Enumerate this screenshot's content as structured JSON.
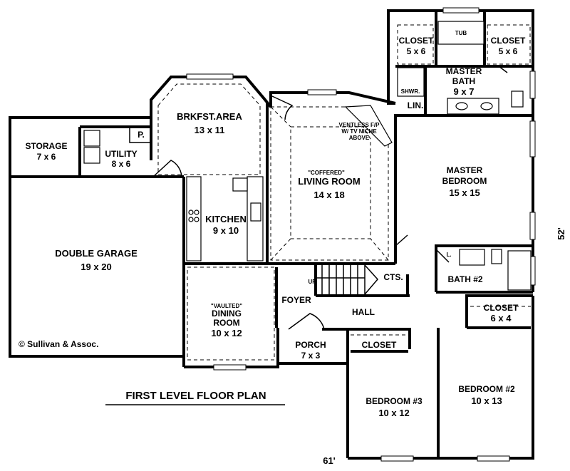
{
  "title": "FIRST LEVEL FLOOR PLAN",
  "copyright": "© Sullivan & Assoc.",
  "dimensions": {
    "width": "61'",
    "depth": "52'"
  },
  "rooms": {
    "storage": {
      "name": "STORAGE",
      "size": "7 x 6"
    },
    "utility": {
      "name": "UTILITY",
      "size": "8 x 6"
    },
    "pantry": {
      "name": "P."
    },
    "brkfst": {
      "name": "BRKFST.AREA",
      "size": "13 x 11"
    },
    "kitchen": {
      "name": "KITCHEN",
      "size": "9 x 10"
    },
    "garage": {
      "name": "DOUBLE GARAGE",
      "size": "19 x 20"
    },
    "dining": {
      "note": "\"VAULTED\"",
      "name1": "DINING",
      "name2": "ROOM",
      "size": "10 x 12"
    },
    "living": {
      "note": "\"COFFERED\"",
      "name": "LIVING ROOM",
      "size": "14 x 18"
    },
    "fireplace": {
      "line1": "VENTLESS F/P",
      "line2": "W/ TV NICHE",
      "line3": "ABOVE"
    },
    "foyer": {
      "name": "FOYER"
    },
    "hall": {
      "name": "HALL"
    },
    "up": {
      "name": "UP"
    },
    "cts": {
      "name": "CTS."
    },
    "porch": {
      "name": "PORCH",
      "size": "7 x 3"
    },
    "closet_left": {
      "name": "CLOSET",
      "size": "5 x 6"
    },
    "closet_right": {
      "name": "CLOSET",
      "size": "5 x 6"
    },
    "tub": {
      "name": "TUB"
    },
    "master_bath": {
      "name1": "MASTER",
      "name2": "BATH",
      "size": "9 x 7"
    },
    "shower": {
      "name": "SHWR."
    },
    "linen": {
      "name": "LIN."
    },
    "master_bed": {
      "name1": "MASTER",
      "name2": "BEDROOM",
      "size": "15 x 15"
    },
    "bath2": {
      "name": "BATH #2"
    },
    "linen2": {
      "name": "L."
    },
    "closet_bed2": {
      "name": "CLOSET",
      "size": "6 x 4"
    },
    "closet_bed3": {
      "name": "CLOSET"
    },
    "bed3": {
      "name": "BEDROOM #3",
      "size": "10 x 12"
    },
    "bed2": {
      "name": "BEDROOM #2",
      "size": "10 x 13"
    }
  }
}
